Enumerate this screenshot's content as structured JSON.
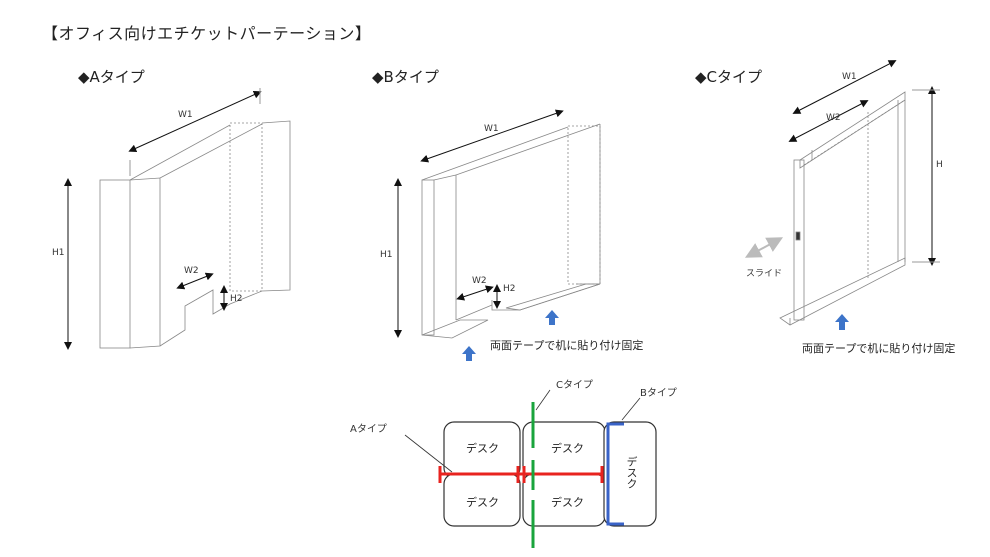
{
  "title": "【オフィス向けエチケットパーテーション】",
  "types": {
    "a": {
      "heading": "◆Aタイプ",
      "w1": "W1",
      "h1": "H1",
      "w2": "W2",
      "h2": "H2"
    },
    "b": {
      "heading": "◆Bタイプ",
      "w1": "W1",
      "h1": "H1",
      "w2": "W2",
      "h2": "H2",
      "note": "両面テープで机に貼り付け固定"
    },
    "c": {
      "heading": "◆Cタイプ",
      "w1": "W1",
      "w2": "W2",
      "h": "H",
      "slide": "スライド",
      "note": "両面テープで机に貼り付け固定"
    }
  },
  "layout_diagram": {
    "a_label": "Aタイプ",
    "b_label": "Bタイプ",
    "c_label": "Cタイプ",
    "desk": "デスク",
    "colors": {
      "a": "#e8231f",
      "b": "#3a63c8",
      "c": "#1aa43c",
      "arrow": "#3d74c9"
    }
  }
}
